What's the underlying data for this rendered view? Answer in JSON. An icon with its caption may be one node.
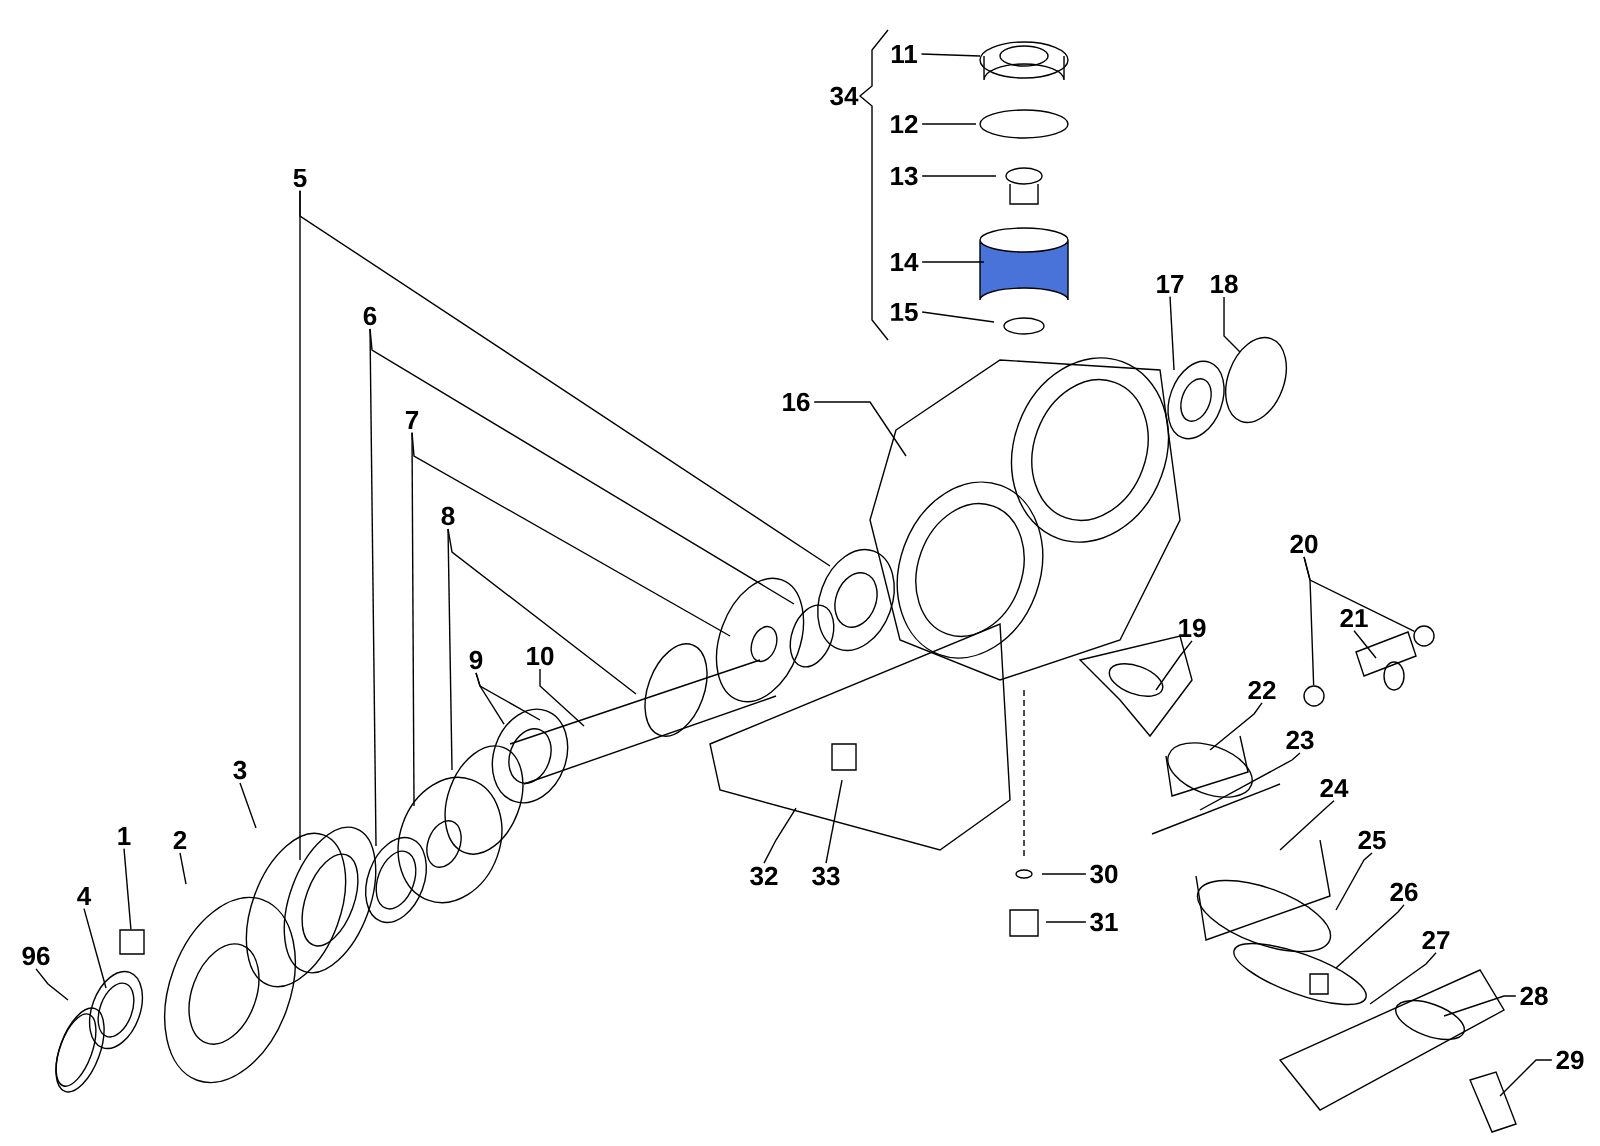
{
  "diagram": {
    "nodes": [
      {
        "text": [
          "11"
        ]
      },
      {
        "text": [
          "12"
        ]
      },
      {
        "text": [
          "13"
        ]
      },
      {
        "text": [
          "14"
        ]
      },
      {
        "text": [
          "15"
        ]
      },
      {
        "text": [
          "34"
        ]
      },
      {
        "text": [
          "5"
        ]
      },
      {
        "text": [
          "16"
        ]
      },
      {
        "text": [
          "17"
        ]
      },
      {
        "text": [
          "18"
        ]
      },
      {
        "text": [
          "6"
        ]
      },
      {
        "text": [
          "7"
        ]
      },
      {
        "text": [
          "8"
        ]
      },
      {
        "text": [
          "20"
        ]
      },
      {
        "text": [
          "21"
        ]
      },
      {
        "text": [
          "19"
        ]
      },
      {
        "text": [
          "9"
        ]
      },
      {
        "text": [
          "10"
        ]
      },
      {
        "text": [
          "22"
        ]
      },
      {
        "text": [
          "23"
        ]
      },
      {
        "text": [
          "3"
        ]
      },
      {
        "text": [
          "24"
        ]
      },
      {
        "text": [
          "1"
        ]
      },
      {
        "text": [
          "2"
        ]
      },
      {
        "text": [
          "25"
        ]
      },
      {
        "text": [
          "30"
        ]
      },
      {
        "text": [
          "32"
        ]
      },
      {
        "text": [
          "33"
        ]
      },
      {
        "text": [
          "26"
        ]
      },
      {
        "text": [
          "4"
        ]
      },
      {
        "text": [
          "31"
        ]
      },
      {
        "text": [
          "27"
        ]
      },
      {
        "text": [
          "96"
        ]
      },
      {
        "text": [
          "28"
        ]
      },
      {
        "text": [
          "29"
        ]
      },
      {
        "text": [],
        "shape": "circle"
      },
      {
        "text": [],
        "shape": "circle"
      },
      {
        "text": [],
        "shape": "box"
      }
    ],
    "edges": [
      {
        "from": 0,
        "to": null,
        "arrow": "none"
      },
      {
        "from": 1,
        "to": null,
        "arrow": "none"
      },
      {
        "from": 2,
        "to": null,
        "arrow": "none"
      },
      {
        "from": 3,
        "to": null,
        "arrow": "none"
      },
      {
        "from": 4,
        "to": null,
        "arrow": "none"
      },
      {
        "from": 6,
        "to": null,
        "arrow": "none"
      },
      {
        "from": 6,
        "to": null,
        "arrow": "none"
      },
      {
        "from": 7,
        "to": null,
        "arrow": "none"
      },
      {
        "from": 8,
        "to": null,
        "arrow": "none"
      },
      {
        "from": 9,
        "to": null,
        "arrow": "none"
      },
      {
        "from": 10,
        "to": null,
        "arrow": "none"
      },
      {
        "from": 10,
        "to": null,
        "arrow": "none"
      },
      {
        "from": 11,
        "to": null,
        "arrow": "none"
      },
      {
        "from": 11,
        "to": null,
        "arrow": "none"
      },
      {
        "from": 12,
        "to": null,
        "arrow": "none"
      },
      {
        "from": 12,
        "to": null,
        "arrow": "none"
      },
      {
        "from": 13,
        "to": 35,
        "arrow": "none"
      },
      {
        "from": 13,
        "to": 36,
        "arrow": "none"
      },
      {
        "from": 14,
        "to": null,
        "arrow": "none"
      },
      {
        "from": 15,
        "to": null,
        "arrow": "none"
      },
      {
        "from": 16,
        "to": null,
        "arrow": "none"
      },
      {
        "from": 16,
        "to": null,
        "arrow": "none"
      },
      {
        "from": 17,
        "to": null,
        "arrow": "none"
      },
      {
        "from": 18,
        "to": null,
        "arrow": "none"
      },
      {
        "from": 19,
        "to": null,
        "arrow": "none"
      },
      {
        "from": 20,
        "to": null,
        "arrow": "none"
      },
      {
        "from": 21,
        "to": null,
        "arrow": "none"
      },
      {
        "from": 22,
        "to": 37,
        "arrow": "none"
      },
      {
        "from": 23,
        "to": null,
        "arrow": "none"
      },
      {
        "from": 24,
        "to": null,
        "arrow": "none"
      },
      {
        "from": 25,
        "to": null,
        "arrow": "none"
      },
      {
        "from": 26,
        "to": null,
        "arrow": "none"
      },
      {
        "from": 27,
        "to": null,
        "arrow": "none"
      },
      {
        "from": 28,
        "to": null,
        "arrow": "none"
      },
      {
        "from": 29,
        "to": null,
        "arrow": "none"
      },
      {
        "from": 30,
        "to": null,
        "arrow": "none"
      },
      {
        "from": 31,
        "to": null,
        "arrow": "none"
      },
      {
        "from": 32,
        "to": null,
        "arrow": "none"
      },
      {
        "from": 33,
        "to": null,
        "arrow": "none"
      },
      {
        "from": 34,
        "to": null,
        "arrow": "none"
      }
    ]
  }
}
